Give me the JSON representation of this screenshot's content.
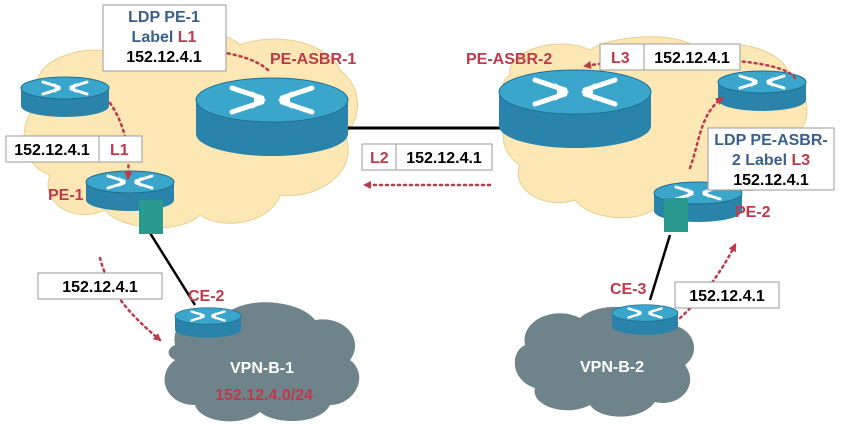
{
  "colors": {
    "cloud_yellow": "#fde8b5",
    "cloud_gray": "#6f838a",
    "router_top": "#3aa6cc",
    "router_body": "#2a83aa",
    "interface_teal": "#2a9a90",
    "label_red": "#c0394b",
    "label_blue": "#3a5f8f",
    "arrow_red": "#c0394b"
  },
  "left": {
    "ldp_box": {
      "line1": "LDP PE-1",
      "line2_prefix": "Label ",
      "line2_label": "L1",
      "line3": "152.12.4.1"
    },
    "asbr_label": "PE-ASBR-1",
    "label_stack_box": {
      "address": "152.12.4.1",
      "label": "L1"
    },
    "pe_label": "PE-1",
    "ce_label": "CE-2",
    "ip_box": "152.12.4.1",
    "vpn_name": "VPN-B-1",
    "vpn_prefix": "152.12.4.0/24"
  },
  "center": {
    "label_stack_box": {
      "label": "L2",
      "address": "152.12.4.1"
    }
  },
  "right": {
    "asbr_label": "PE-ASBR-2",
    "top_box": {
      "label": "L3",
      "address": "152.12.4.1"
    },
    "ldp_box": {
      "line1": "LDP PE-ASBR-",
      "line2_prefix": "2 Label ",
      "line2_label": "L3",
      "line3": "152.12.4.1"
    },
    "pe_label": "PE-2",
    "ce_label": "CE-3",
    "ip_box": "152.12.4.1",
    "vpn_name": "VPN-B-2"
  },
  "icons": [
    "router-icon",
    "cloud-icon",
    "arrow-icon"
  ]
}
